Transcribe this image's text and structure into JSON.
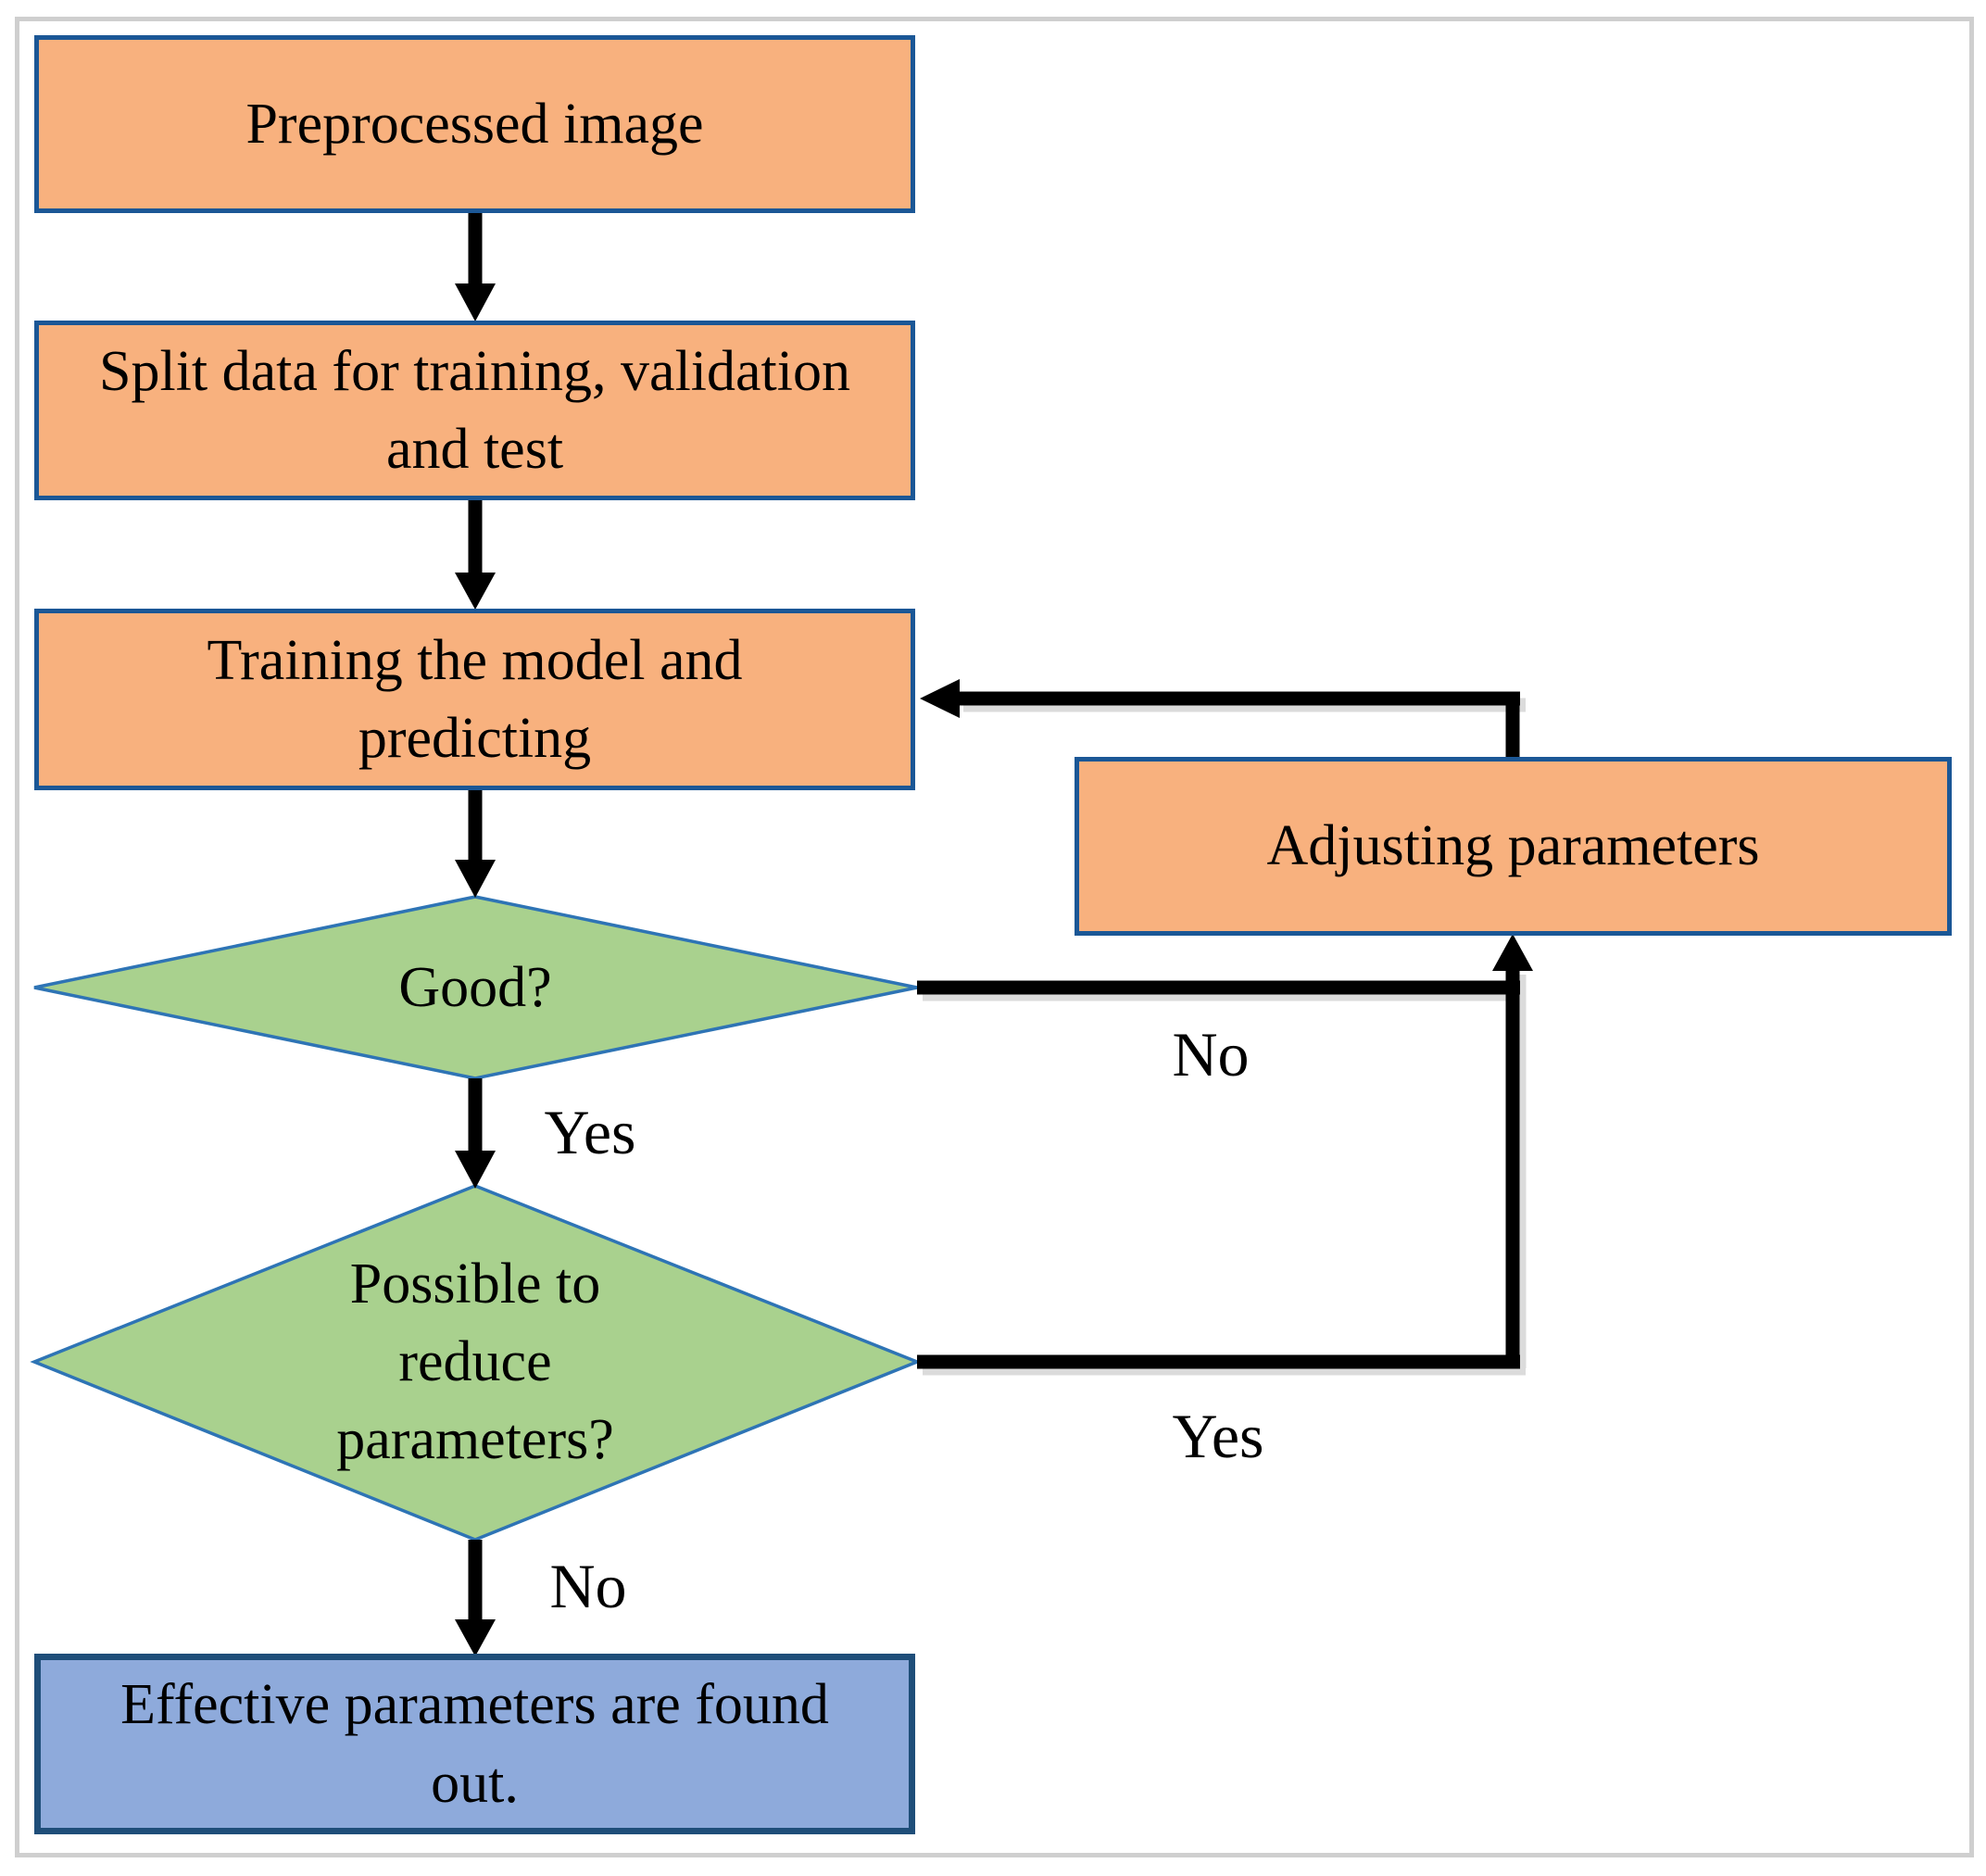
{
  "diagram": {
    "type": "flowchart",
    "background": "#FFFFFF",
    "frame_color": "#CFCFCF",
    "connector_color": "#000000",
    "connector_shadow_color": "#DBDBDB",
    "colors": {
      "process_fill": "#F8B17E",
      "process_border": "#1B5796",
      "decision_fill": "#A9D18E",
      "decision_border": "#2E74B5",
      "terminal_fill": "#8EAADB",
      "terminal_border": "#1F4E79"
    },
    "nodes": {
      "preprocessed_image": {
        "shape": "process",
        "label": "Preprocessed image"
      },
      "split_data": {
        "shape": "process",
        "label": "Split data for training, validation and test"
      },
      "training_model": {
        "shape": "process",
        "label": "Training the model and predicting"
      },
      "good": {
        "shape": "decision",
        "label": "Good?"
      },
      "possible_reduce": {
        "shape": "decision",
        "label": "Possible to reduce parameters?"
      },
      "adjusting_parameters": {
        "shape": "process",
        "label": "Adjusting parameters"
      },
      "effective_parameters": {
        "shape": "terminal",
        "label": "Effective parameters are found out."
      }
    },
    "edge_labels": {
      "good_yes": "Yes",
      "good_no": "No",
      "possible_reduce_yes": "Yes",
      "possible_reduce_no": "No"
    },
    "edges": [
      {
        "from": "preprocessed_image",
        "to": "split_data"
      },
      {
        "from": "split_data",
        "to": "training_model"
      },
      {
        "from": "training_model",
        "to": "good"
      },
      {
        "from": "good",
        "to": "possible_reduce",
        "label": "Yes"
      },
      {
        "from": "good",
        "to": "adjusting_parameters",
        "label": "No"
      },
      {
        "from": "possible_reduce",
        "to": "adjusting_parameters",
        "label": "Yes"
      },
      {
        "from": "possible_reduce",
        "to": "effective_parameters",
        "label": "No"
      },
      {
        "from": "adjusting_parameters",
        "to": "training_model"
      }
    ]
  }
}
